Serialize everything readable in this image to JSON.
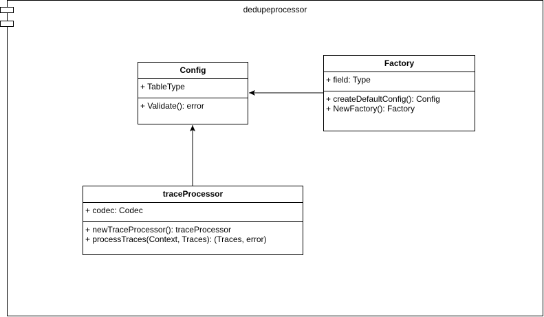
{
  "component": {
    "title": "dedupeprocessor"
  },
  "classes": {
    "config": {
      "name": "Config",
      "attributes": [
        "+ TableType"
      ],
      "operations": [
        "+ Validate(): error"
      ]
    },
    "factory": {
      "name": "Factory",
      "attributes": [
        "+ field: Type"
      ],
      "operations": [
        "+ createDefaultConfig(): Config",
        "+ NewFactory(): Factory"
      ]
    },
    "traceProcessor": {
      "name": "traceProcessor",
      "attributes": [
        "+ codec: Codec"
      ],
      "operations": [
        "+ newTraceProcessor(): traceProcessor",
        "+ processTraces(Context, Traces): (Traces, error)"
      ]
    }
  },
  "relations": [
    {
      "from": "Factory",
      "to": "Config",
      "type": "association"
    },
    {
      "from": "traceProcessor",
      "to": "Config",
      "type": "association"
    }
  ]
}
